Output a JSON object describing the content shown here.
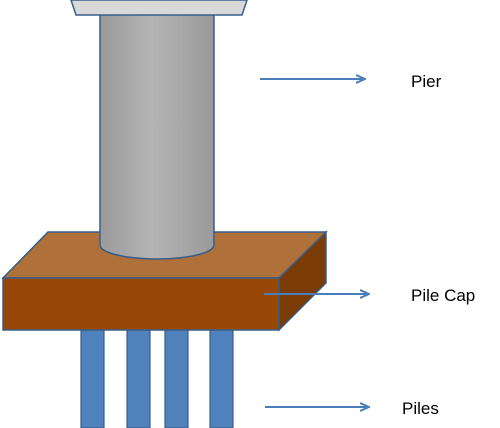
{
  "labels": {
    "pier": "Pier",
    "pile_cap": "Pile Cap",
    "piles": "Piles"
  },
  "colors": {
    "pier_fill": "#a6a6a6",
    "pier_top_fill": "#d9d9d9",
    "cap_top": "#b0703a",
    "cap_front": "#974806",
    "cap_side": "#7a3b05",
    "pile_fill": "#4f81bd",
    "arrow": "#4a7ebb",
    "outline": "#385d8a"
  }
}
